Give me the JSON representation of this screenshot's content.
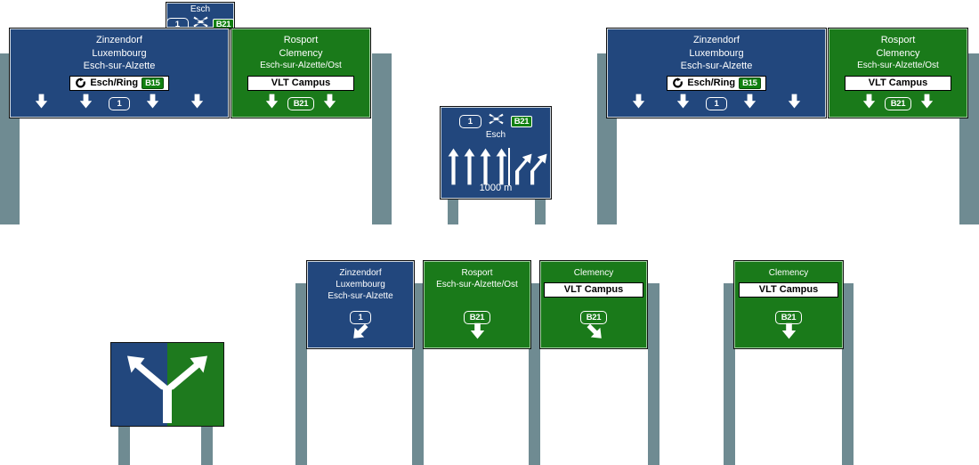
{
  "meta": {
    "title": "Motorway direction sign mock-ups (Esch interchange)",
    "colors": {
      "blue": "#22477d",
      "green": "#1a7a1a",
      "post": "#6f8b92",
      "white": "#ffffff",
      "shield_green": "#118011",
      "background": "#ffffff"
    }
  },
  "gantry_left": {
    "topper": {
      "label": "Esch",
      "badges": [
        "1",
        "interchange-x",
        "B21"
      ],
      "route_number": "1",
      "route_b": "B21",
      "icon": "interchange-crossing-icon"
    },
    "blue_panel": {
      "destinations": [
        "Zinzendorf",
        "Luxembourg",
        "Esch-sur-Alzette"
      ],
      "plate": {
        "icon": "ring-road-icon",
        "text": "Esch/Ring",
        "shield": "B15"
      },
      "arrows": [
        "down",
        "down",
        "badge:1",
        "down",
        "down"
      ],
      "lane_badge": "1"
    },
    "green_panel": {
      "destinations": [
        "Rosport",
        "Clemency",
        "Esch-sur-Alzette/Ost"
      ],
      "plate": {
        "text": "VLT Campus"
      },
      "arrows": [
        "down",
        "badge:B21",
        "down"
      ],
      "lane_badge": "B21"
    }
  },
  "gantry_right": {
    "blue_panel": {
      "destinations": [
        "Zinzendorf",
        "Luxembourg",
        "Esch-sur-Alzette"
      ],
      "plate": {
        "icon": "ring-road-icon",
        "text": "Esch/Ring",
        "shield": "B15"
      },
      "arrows": [
        "down",
        "down",
        "badge:1",
        "down",
        "down"
      ],
      "lane_badge": "1"
    },
    "green_panel": {
      "destinations": [
        "Rosport",
        "Clemency",
        "Esch-sur-Alzette/Ost"
      ],
      "plate": {
        "text": "VLT Campus"
      },
      "arrows": [
        "down",
        "badge:B21",
        "down"
      ],
      "lane_badge": "B21"
    }
  },
  "lane_diagram_sign": {
    "header_badges": {
      "route_number": "1",
      "icon": "interchange-crossing-icon",
      "route_b": "B21"
    },
    "header_label": "Esch",
    "lanes_straight": 4,
    "lanes_exit": 2,
    "distance": "1000 m"
  },
  "fork_sign": {
    "left_color": "#22477d",
    "right_color": "#1e7a1e",
    "icon": "fork-split-arrow-icon"
  },
  "bottom_signs": [
    {
      "name": "sign-zinzendorf",
      "color": "blue",
      "destinations": [
        "Zinzendorf",
        "Luxembourg",
        "Esch-sur-Alzette"
      ],
      "plate": null,
      "badge": "1",
      "arrow": "down-left"
    },
    {
      "name": "sign-rosport",
      "color": "green",
      "destinations": [
        "Rosport",
        "Esch-sur-Alzette/Ost"
      ],
      "plate": null,
      "badge": "B21",
      "arrow": "down"
    },
    {
      "name": "sign-clemency-vlt",
      "color": "green",
      "destinations": [
        "Clemency"
      ],
      "plate": {
        "text": "VLT Campus"
      },
      "badge": "B21",
      "arrow": "down-right"
    },
    {
      "name": "sign-clemency-vlt-solo",
      "color": "green",
      "destinations": [
        "Clemency"
      ],
      "plate": {
        "text": "VLT Campus"
      },
      "badge": "B21",
      "arrow": "down"
    }
  ]
}
